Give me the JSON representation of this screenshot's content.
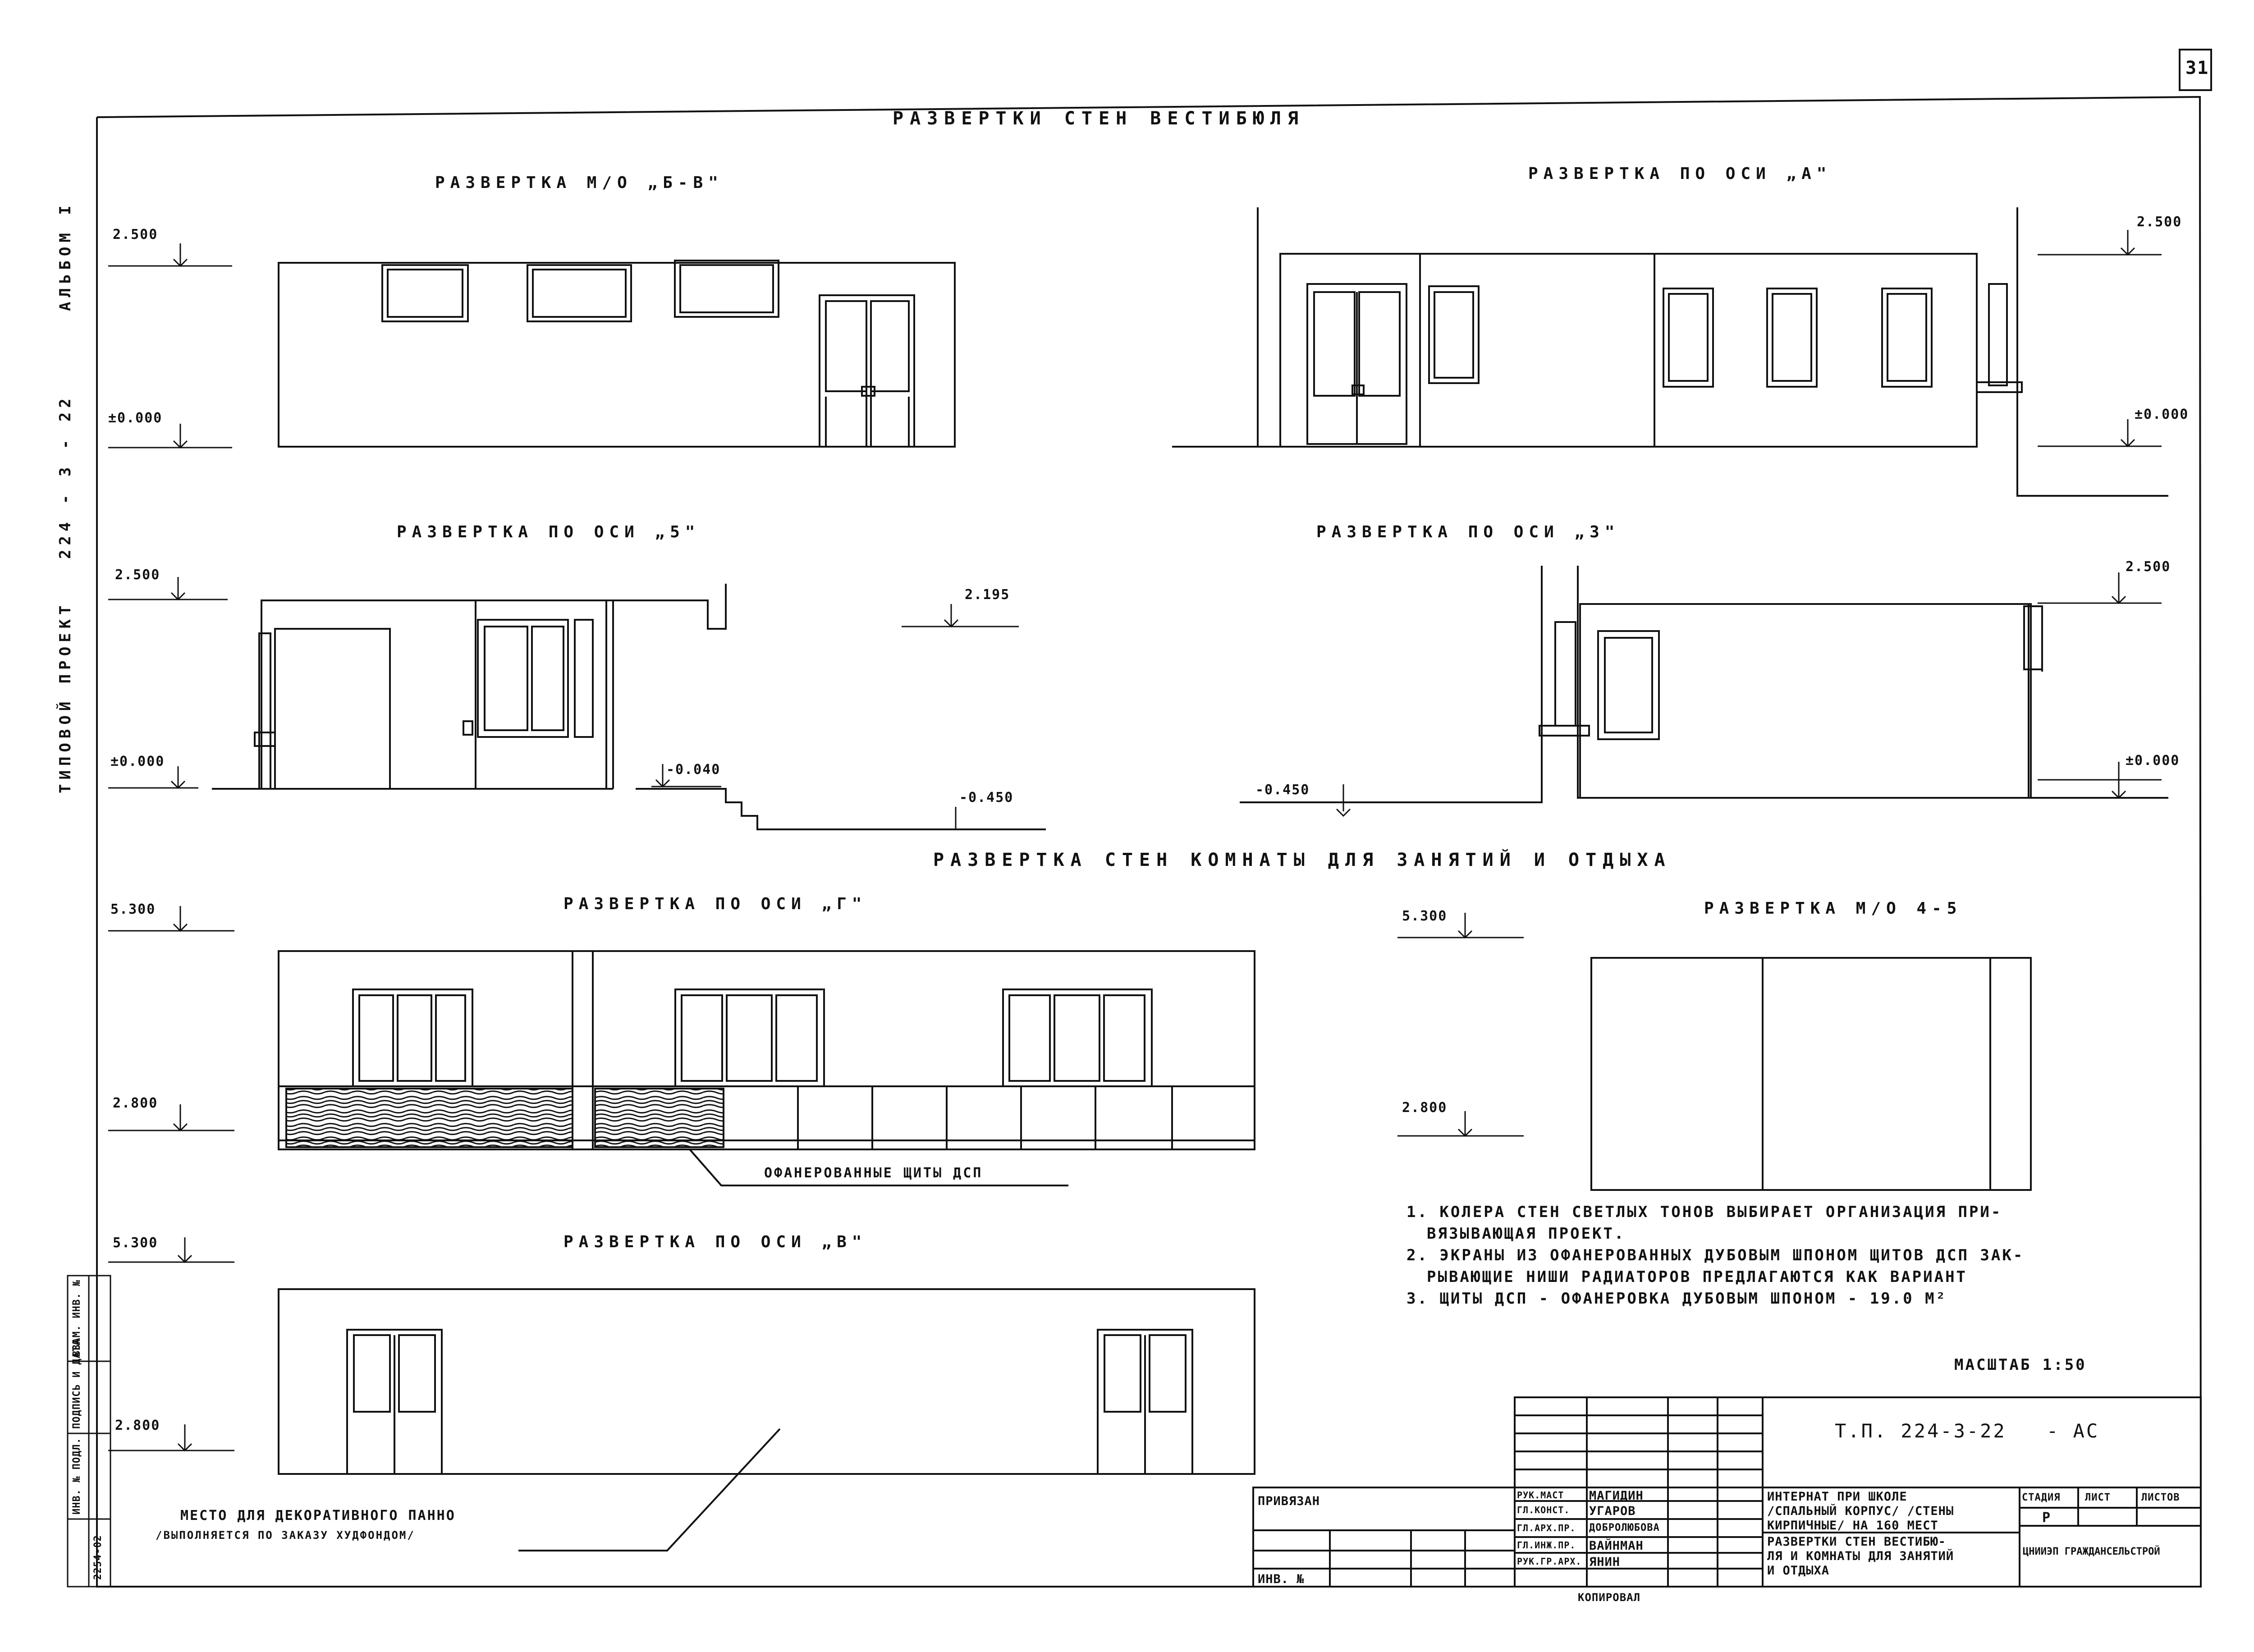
{
  "sheet": {
    "number": "31",
    "album": "АЛЬБОМ I",
    "project_prefix": "ТИПОВОЙ ПРОЕКТ",
    "project_code": "224 - 3 - 22"
  },
  "section_titles": {
    "vestibule": "РАЗВЕРТКИ СТЕН ВЕСТИБЮЛЯ",
    "room": "РАЗВЕРТКА СТЕН КОМНАТЫ ДЛЯ ЗАНЯТИЙ И ОТДЫХА"
  },
  "views": {
    "v1": "РАЗВЕРТКА М/О „Б-В\"",
    "v2": "РАЗВЕРТКА ПО ОСИ „А\"",
    "v3": "РАЗВЕРТКА ПО ОСИ „5\"",
    "v4": "РАЗВЕРТКА ПО ОСИ „3\"",
    "v5": "РАЗВЕРТКА ПО ОСИ „Г\"",
    "v6": "РАЗВЕРТКА М/О 4-5",
    "v7": "РАЗВЕРТКА ПО ОСИ „В\""
  },
  "levels": {
    "l2500": "2.500",
    "l0000": "±0.000",
    "l2195": "2.195",
    "lm0040": "-0.040",
    "lm0450": "-0.450",
    "l5300": "5.300",
    "l2800": "2.800"
  },
  "callouts": {
    "dsp": "ОФАНЕРОВАННЫЕ ЩИТЫ ДСП",
    "panel_1": "МЕСТО ДЛЯ ДЕКОРАТИВНОГО ПАННО",
    "panel_2": "/ВЫПОЛНЯЕТСЯ ПО ЗАКАЗУ ХУДФОНДОМ/"
  },
  "notes": [
    "1. КОЛЕРА СТЕН СВЕТЛЫХ ТОНОВ ВЫБИРАЕТ ОРГАНИЗАЦИЯ ПРИ-",
    "ВЯЗЫВАЮЩАЯ ПРОЕКТ.",
    "2. ЭКРАНЫ ИЗ ОФАНЕРОВАННЫХ ДУБОВЫМ ШПОНОМ ЩИТОВ ДСП ЗАК-",
    "РЫВАЮЩИЕ НИШИ РАДИАТОРОВ ПРЕДЛАГАЮТСЯ КАК ВАРИАНТ",
    "3. ЩИТЫ ДСП - ОФАНЕРОВКА ДУБОВЫМ ШПОНОМ - 19.0 М²"
  ],
  "scale": "МАСШТАБ 1:50",
  "title_block": {
    "doc_code": "Т.П. 224-3-22",
    "mark": "- АС",
    "privyazan": "ПРИВЯЗАН",
    "inv": "ИНВ. №",
    "roles": [
      "РУК.МАСТ",
      "ГЛ.КОНСТ.",
      "ГЛ.АРХ.ПР.",
      "ГЛ.ИНЖ.ПР.",
      "РУК.ГР.АРХ."
    ],
    "names": [
      "МАГИДИН",
      "УГАРОВ",
      "ДОБРОЛЮБОВА",
      "ВАЙНМАН",
      "ЯНИН"
    ],
    "project_name": [
      "ИНТЕРНАТ ПРИ ШКОЛЕ",
      "/СПАЛЬНЫЙ КОРПУС/ /СТЕНЫ",
      "КИРПИЧНЫЕ/ НА 160 МЕСТ"
    ],
    "sheet_name": [
      "РАЗВЕРТКИ СТЕН ВЕСТИБЮ-",
      "ЛЯ И КОМНАТЫ ДЛЯ ЗАНЯТИЙ",
      "И ОТДЫХА"
    ],
    "stage_label": "СТАДИЯ",
    "sheet_label": "ЛИСТ",
    "sheets_label": "ЛИСТОВ",
    "stage_value": "Р",
    "org": "ЦНИИЭП ГРАЖДАНСЕЛЬСТРОЙ",
    "copied": "КОПИРОВАЛ"
  },
  "stamp": {
    "cells": [
      "ВЗАМ. ИНВ. №",
      "ПОДПИСЬ И ДАТА",
      "ИНВ. № ПОДЛ.",
      "2254-02"
    ]
  }
}
